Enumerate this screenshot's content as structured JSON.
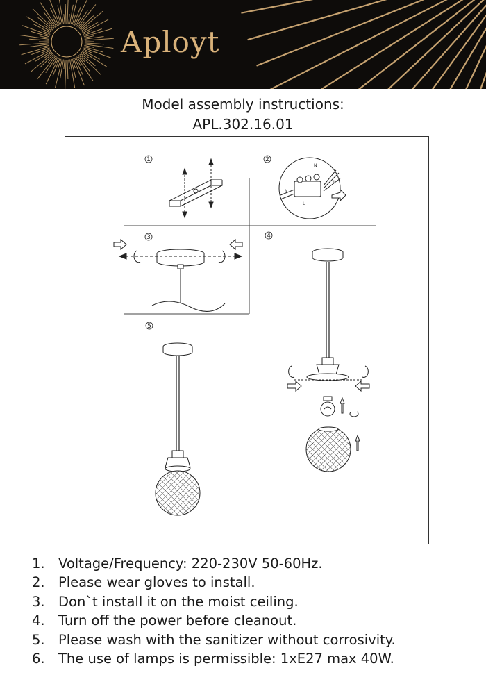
{
  "header": {
    "brand": "Aployt",
    "colors": {
      "background": "#0e0c0a",
      "accent": "#d9b27a"
    }
  },
  "title": {
    "line1": "Model assembly instructions:",
    "line2": "APL.302.16.01"
  },
  "figure": {
    "steps": [
      "1",
      "2",
      "3",
      "4",
      "5"
    ],
    "wire_labels": [
      "N",
      "L",
      "N",
      "L"
    ]
  },
  "notes": [
    {
      "num": "1.",
      "text": "Voltage/Frequency: 220-230V 50-60Hz."
    },
    {
      "num": "2.",
      "text": "Please wear gloves to install."
    },
    {
      "num": "3.",
      "text": "Don`t install it on the moist ceiling."
    },
    {
      "num": "4.",
      "text": "Turn off the power before cleanout."
    },
    {
      "num": "5.",
      "text": "Please wash with the sanitizer without corrosivity."
    },
    {
      "num": "6.",
      "text": "The use of lamps is permissible: 1xE27 max 40W."
    }
  ]
}
